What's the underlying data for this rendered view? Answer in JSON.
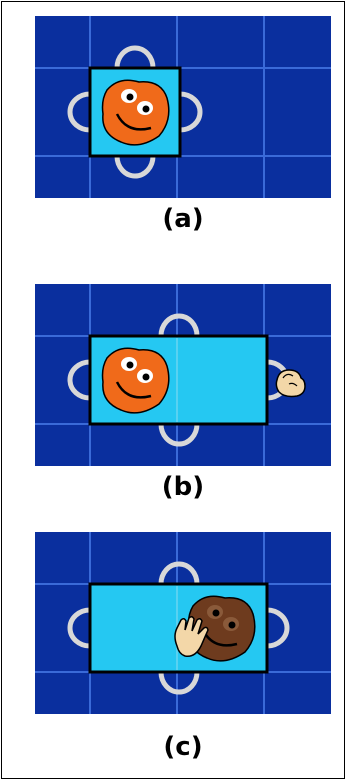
{
  "panels": [
    {
      "caption": "(a)"
    },
    {
      "caption": "(b)"
    },
    {
      "caption": "(c)"
    }
  ],
  "colors": {
    "grid_background": "#0a2f9e",
    "grid_line": "#3a6ad8",
    "tile": "#25c8f2",
    "tile_border": "#000000",
    "handle": "#d8d8d8",
    "face_orange": "#f06a1a",
    "face_brown": "#6e3b1e",
    "hand": "#f3d7a8"
  },
  "icons": [
    "face-icon",
    "hand-pointer-icon",
    "hand-grab-icon"
  ]
}
